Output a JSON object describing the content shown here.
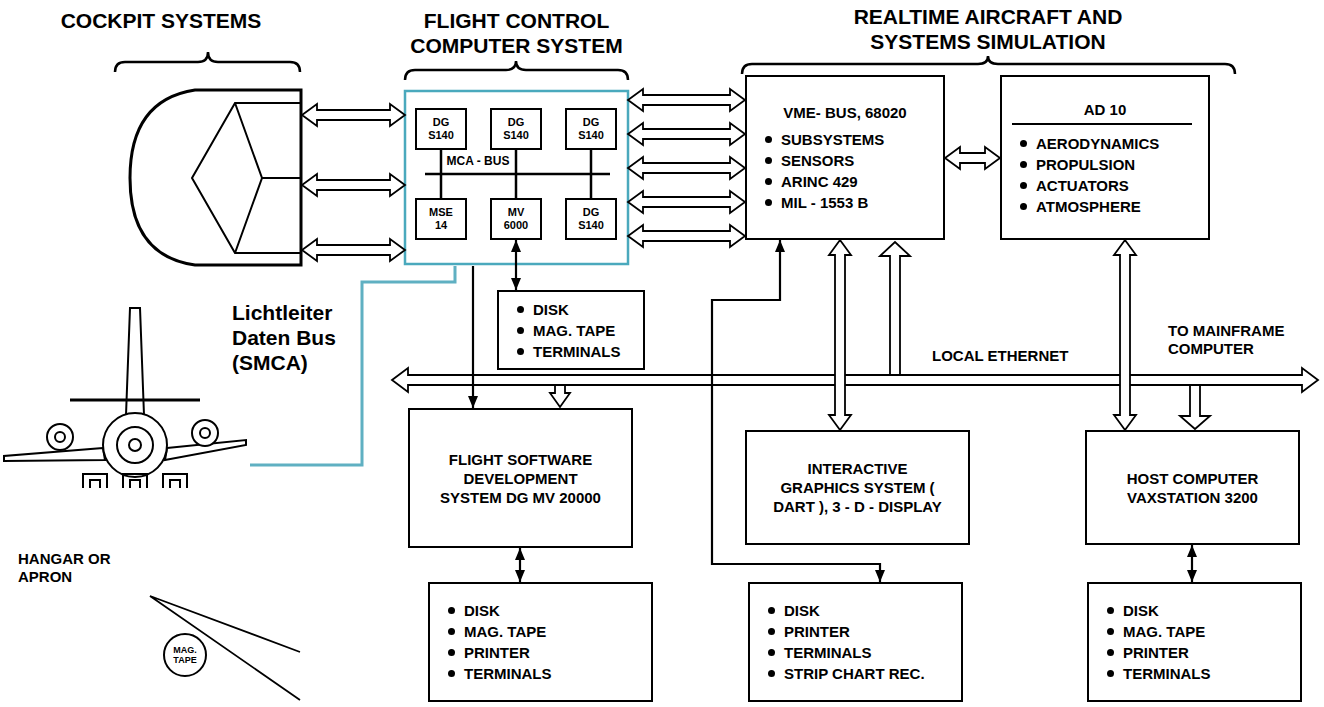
{
  "diagram": {
    "nodes": [
      {
        "text": [
          "COCKPIT SYSTEMS"
        ]
      },
      {
        "text": [
          "FLIGHT CONTROL COMPUTER SYSTEM",
          "MCA - BUS"
        ]
      },
      {
        "text": [
          "DG S140"
        ],
        "in": 1
      },
      {
        "text": [
          "DG S140"
        ],
        "in": 1
      },
      {
        "text": [
          "DG S140"
        ],
        "in": 1
      },
      {
        "text": [
          "MSE 14"
        ],
        "in": 1
      },
      {
        "text": [
          "MV 6000"
        ],
        "in": 1
      },
      {
        "text": [
          "DG S140"
        ],
        "in": 1
      },
      {
        "text": [
          "VME- BUS, 68020",
          "SUBSYSTEMS",
          "SENSORS",
          "ARINC 429",
          "MIL - 1553 B"
        ]
      },
      {
        "text": [
          "AD 10",
          "AERODYNAMICS",
          "PROPULSION",
          "ACTUATORS",
          "ATMOSPHERE"
        ]
      },
      {
        "text": [
          "DISK",
          "MAG. TAPE",
          "TERMINALS"
        ]
      },
      {
        "text": [
          "FLIGHT SOFTWARE DEVELOPMENT SYSTEM DG MV 20000"
        ]
      },
      {
        "text": [
          "INTERACTIVE GRAPHICS SYSTEM ( DART ), 3 - D - DISPLAY"
        ]
      },
      {
        "text": [
          "HOST COMPUTER VAXSTATION 3200"
        ]
      },
      {
        "text": [
          "DISK",
          "MAG. TAPE",
          "PRINTER",
          "TERMINALS"
        ]
      },
      {
        "text": [
          "DISK",
          "PRINTER",
          "TERMINALS",
          "STRIP CHART REC."
        ]
      },
      {
        "text": [
          "DISK",
          "MAG. TAPE",
          "PRINTER",
          "TERMINALS"
        ]
      },
      {
        "text": [
          "MAG. TAPE"
        ]
      },
      {
        "text": [
          "HANGAR OR APRON"
        ]
      }
    ],
    "edges": [
      {
        "from": 0,
        "to": 1,
        "arrow": "both"
      },
      {
        "from": 0,
        "to": 1,
        "arrow": "both"
      },
      {
        "from": 0,
        "to": 1,
        "arrow": "both"
      },
      {
        "from": 1,
        "to": 8,
        "arrow": "both"
      },
      {
        "from": 1,
        "to": 8,
        "arrow": "both"
      },
      {
        "from": 1,
        "to": 8,
        "arrow": "both"
      },
      {
        "from": 1,
        "to": 8,
        "arrow": "both"
      },
      {
        "from": 1,
        "to": 8,
        "arrow": "both"
      },
      {
        "from": 8,
        "to": 9,
        "arrow": "both"
      },
      {
        "from": 6,
        "to": 10,
        "arrow": "both"
      },
      {
        "from": 1,
        "to": 11,
        "arrow": "to"
      },
      {
        "from": 8,
        "to": 15,
        "arrow": "both"
      },
      {
        "from": 8,
        "to": 12,
        "arrow": "both"
      },
      {
        "from": 9,
        "to": 13,
        "arrow": "both"
      },
      {
        "from": 11,
        "to": 14,
        "arrow": "both"
      },
      {
        "from": 13,
        "to": 16,
        "arrow": "both"
      },
      {
        "from": 1,
        "to": 18,
        "arrow": "none"
      },
      {
        "from": 17,
        "to": 18,
        "arrow": "to"
      }
    ],
    "labels": [
      "REALTIME AIRCRAFT AND SYSTEMS SIMULATION",
      "Lichtleiter Daten Bus (SMCA)",
      "LOCAL ETHERNET",
      "TO MAINFRAME COMPUTER"
    ]
  }
}
